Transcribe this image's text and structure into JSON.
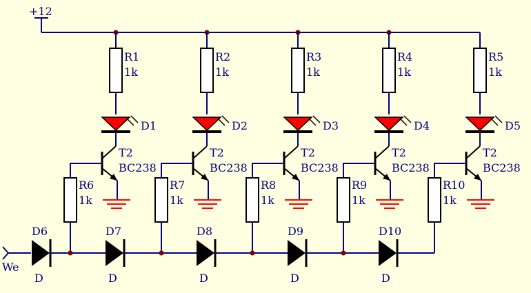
{
  "supply": {
    "label": "+12"
  },
  "input": {
    "label": "We"
  },
  "colors": {
    "background": "#ffffe1",
    "wire": "#000080",
    "label": "#000080",
    "junction": "#800000",
    "led_fill": "#ff0000",
    "ground": "#ff0000",
    "component": "#000000"
  },
  "stages": [
    {
      "r_top": "R1",
      "r_top_value": "1k",
      "led": "D1",
      "transistor": "T2",
      "transistor_type": "BC238",
      "r_base": "R6",
      "r_base_value": "1k",
      "diode": "D6",
      "diode_type": "D"
    },
    {
      "r_top": "R2",
      "r_top_value": "1k",
      "led": "D2",
      "transistor": "T2",
      "transistor_type": "BC238",
      "r_base": "R7",
      "r_base_value": "1k",
      "diode": "D7",
      "diode_type": "D"
    },
    {
      "r_top": "R3",
      "r_top_value": "1k",
      "led": "D3",
      "transistor": "T2",
      "transistor_type": "BC238",
      "r_base": "R8",
      "r_base_value": "1k",
      "diode": "D8",
      "diode_type": "D"
    },
    {
      "r_top": "R4",
      "r_top_value": "1k",
      "led": "D4",
      "transistor": "T2",
      "transistor_type": "BC238",
      "r_base": "R9",
      "r_base_value": "1k",
      "diode": "D9",
      "diode_type": "D"
    },
    {
      "r_top": "R5",
      "r_top_value": "1k",
      "led": "D5",
      "transistor": "T2",
      "transistor_type": "BC238",
      "r_base": "R10",
      "r_base_value": "1k",
      "diode": "D10",
      "diode_type": "D"
    }
  ]
}
